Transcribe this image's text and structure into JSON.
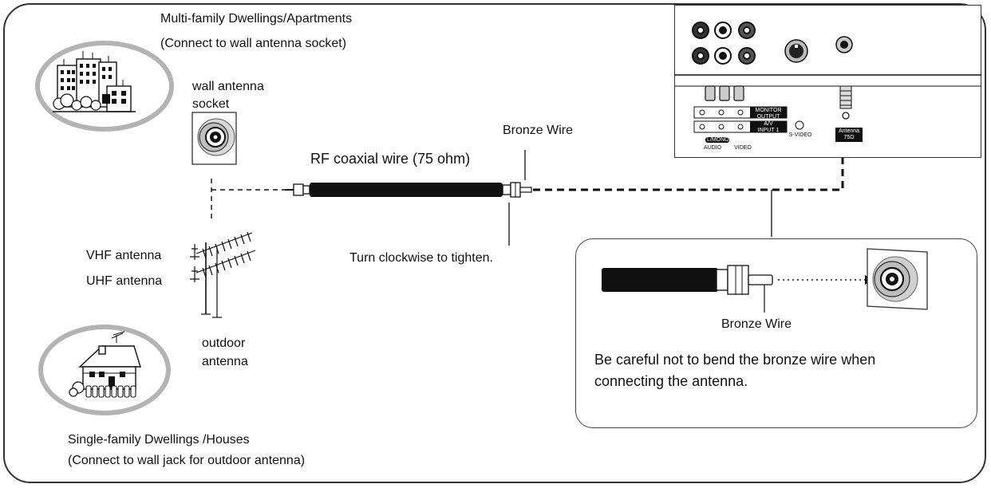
{
  "labels": {
    "apartments_title": "Multi-family Dwellings/Apartments",
    "apartments_sub": "(Connect to wall antenna socket)",
    "wall_socket_1": "wall antenna",
    "wall_socket_2": "socket",
    "coax": "RF coaxial wire (75 ohm)",
    "bronze_top": "Bronze Wire",
    "tighten": "Turn clockwise to tighten.",
    "vhf": "VHF antenna",
    "uhf": "UHF antenna",
    "outdoor_1": "outdoor",
    "outdoor_2": "antenna",
    "houses_title": "Single-family Dwellings /Houses",
    "houses_sub": "(Connect to wall jack for outdoor antenna)"
  },
  "callout": {
    "bronze": "Bronze Wire",
    "note_1": "Be careful not to bend the bronze wire when",
    "note_2": "connecting the antenna."
  },
  "tv_panel": {
    "monitor_output_1": "MONITOR",
    "monitor_output_2": "OUTPUT",
    "av_input_1": "A/V",
    "av_input_2": "INPUT 1",
    "s_video": "S-VIDEO",
    "l_mono": "L/MONO",
    "audio": "AUDIO",
    "video": "VIDEO",
    "antenna_1": "Antenna",
    "antenna_2": "75Ω"
  },
  "icons": [
    "apartment-building-icon",
    "house-icon",
    "wall-socket-icon",
    "coaxial-cable-icon",
    "outdoor-antenna-icon",
    "tv-back-panel-icon",
    "connector-closeup-icon"
  ]
}
